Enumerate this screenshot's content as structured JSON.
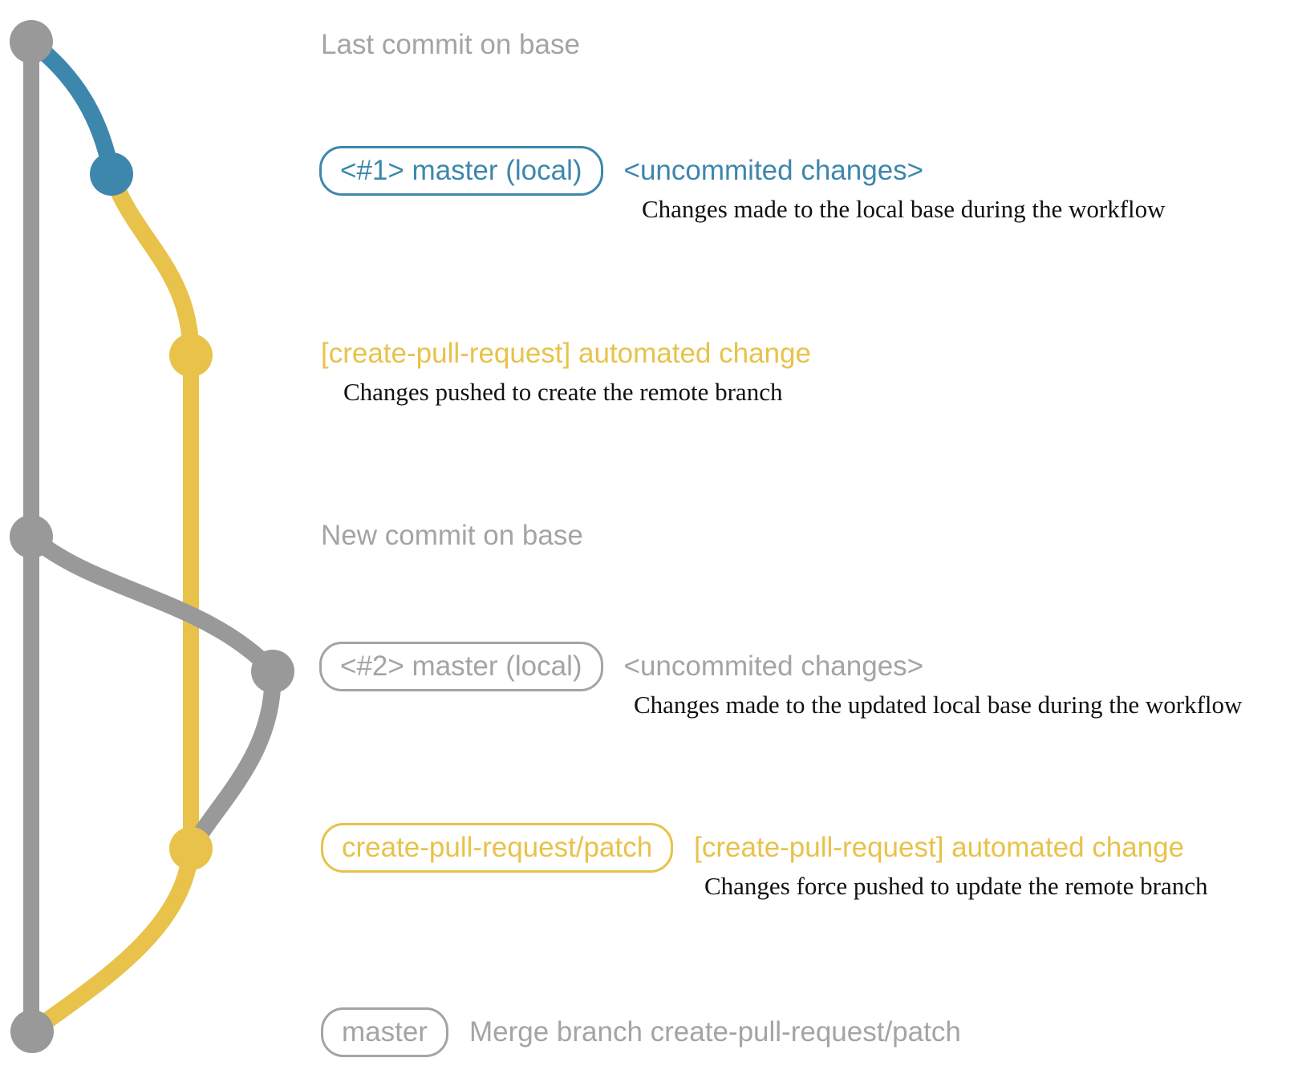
{
  "colors": {
    "gray": "#999999",
    "caption_gray": "#a4a4a4",
    "blue": "#3d87ad",
    "yellow": "#e8c24a",
    "detail_text": "#111111",
    "background": "#ffffff"
  },
  "graph": {
    "dot_colors": [
      "gray",
      "blue",
      "yellow",
      "gray",
      "gray",
      "yellow",
      "gray"
    ],
    "branch_line_colors": [
      "gray",
      "blue",
      "yellow"
    ]
  },
  "rows": {
    "row_last_commit": {
      "caption": "Last commit on base"
    },
    "row_1": {
      "badge": "<#1> master (local)",
      "note": "<uncommited changes>",
      "detail": "Changes made to the local base during the workflow"
    },
    "row_push_1": {
      "note": "[create-pull-request] automated change",
      "detail": "Changes pushed to create the remote branch"
    },
    "row_new_commit": {
      "caption": "New commit on base"
    },
    "row_2": {
      "badge": "<#2> master (local)",
      "note": "<uncommited changes>",
      "detail": "Changes made to the updated local base during the workflow"
    },
    "row_push_2": {
      "badge": "create-pull-request/patch",
      "note": "[create-pull-request] automated change",
      "detail": "Changes force pushed to update the remote branch"
    },
    "row_merge": {
      "badge": "master",
      "note": "Merge branch create-pull-request/patch"
    }
  }
}
